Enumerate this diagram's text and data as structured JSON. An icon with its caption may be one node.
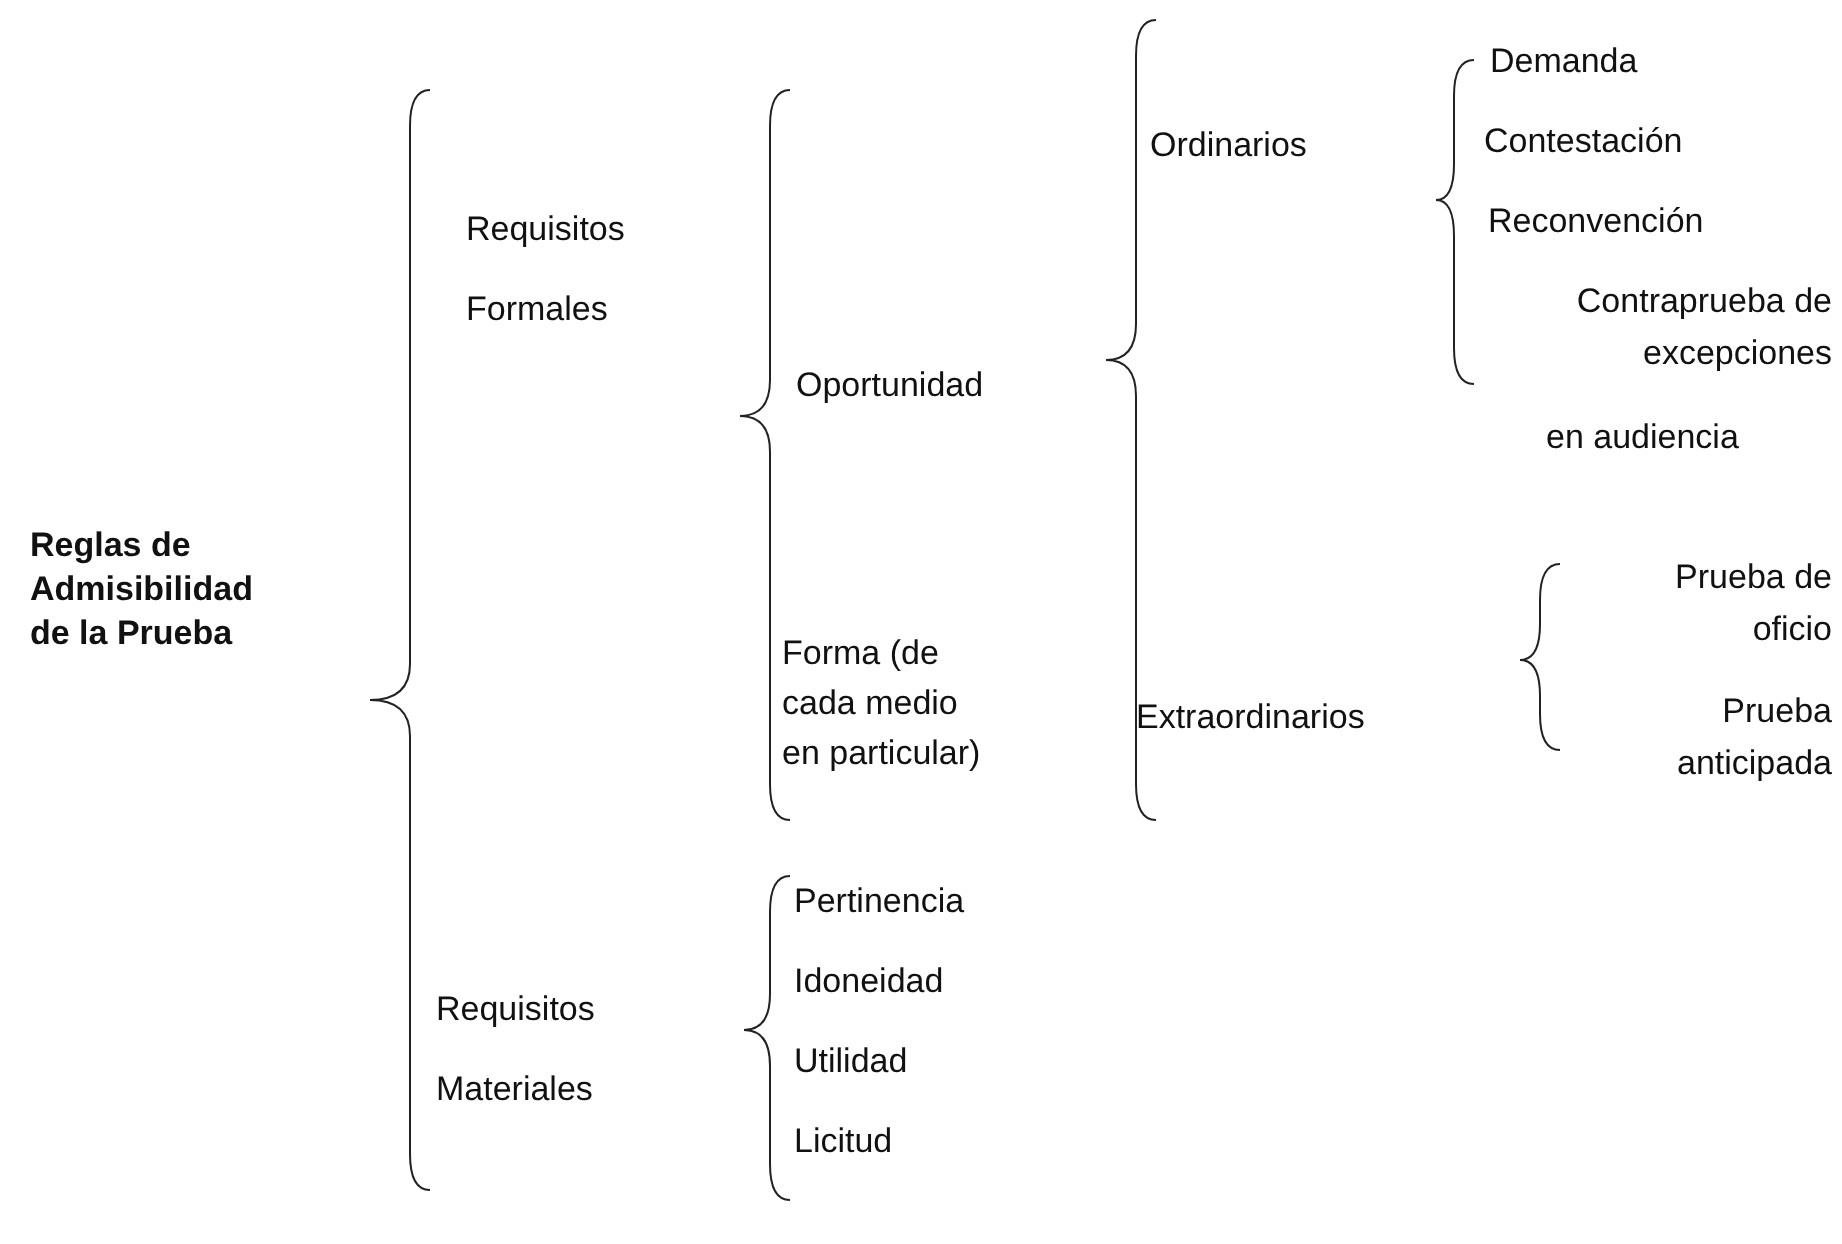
{
  "diagram": {
    "labels": [
      "Reglas de Admisibilidad de la Prueba",
      "Requisitos Formales",
      "Oportunidad",
      "Ordinarios",
      "Demanda",
      "Contestación",
      "Reconvención",
      "Contraprueba de excepciones",
      "en audiencia",
      "Extraordinarios",
      "Prueba de oficio",
      "Prueba anticipada",
      "Forma (de cada medio en particular)",
      "Requisitos Materiales",
      "Pertinencia",
      "Idoneidad",
      "Utilidad",
      "Licitud"
    ]
  }
}
